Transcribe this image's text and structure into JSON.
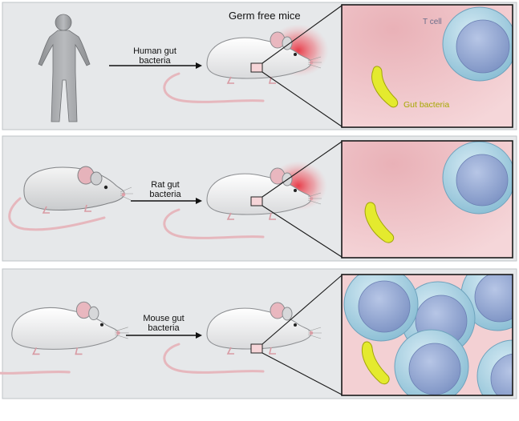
{
  "title": "Germ free mice",
  "rows": [
    {
      "donor": "human",
      "arrow_label_line1": "Human gut",
      "arrow_label_line2": "bacteria",
      "inflamed": true,
      "t_cell_count": 1
    },
    {
      "donor": "rat",
      "arrow_label_line1": "Rat gut",
      "arrow_label_line2": "bacteria",
      "inflamed": true,
      "t_cell_count": 1
    },
    {
      "donor": "mouse",
      "arrow_label_line1": "Mouse gut",
      "arrow_label_line2": "bacteria",
      "inflamed": false,
      "t_cell_count": 5
    }
  ],
  "labels": {
    "t_cell": "T cell",
    "gut_bacteria": "Gut bacteria"
  },
  "colors": {
    "panel_bg": "#e6e8ea",
    "tissue": "#f1c9cd",
    "tissue_normal": "#f4d2d5",
    "t_cell_outer": "#a8cfe0",
    "t_cell_inner": "#8fa4cf",
    "bacteria": "#e4ea2e",
    "inflammation": "#e8202f"
  }
}
